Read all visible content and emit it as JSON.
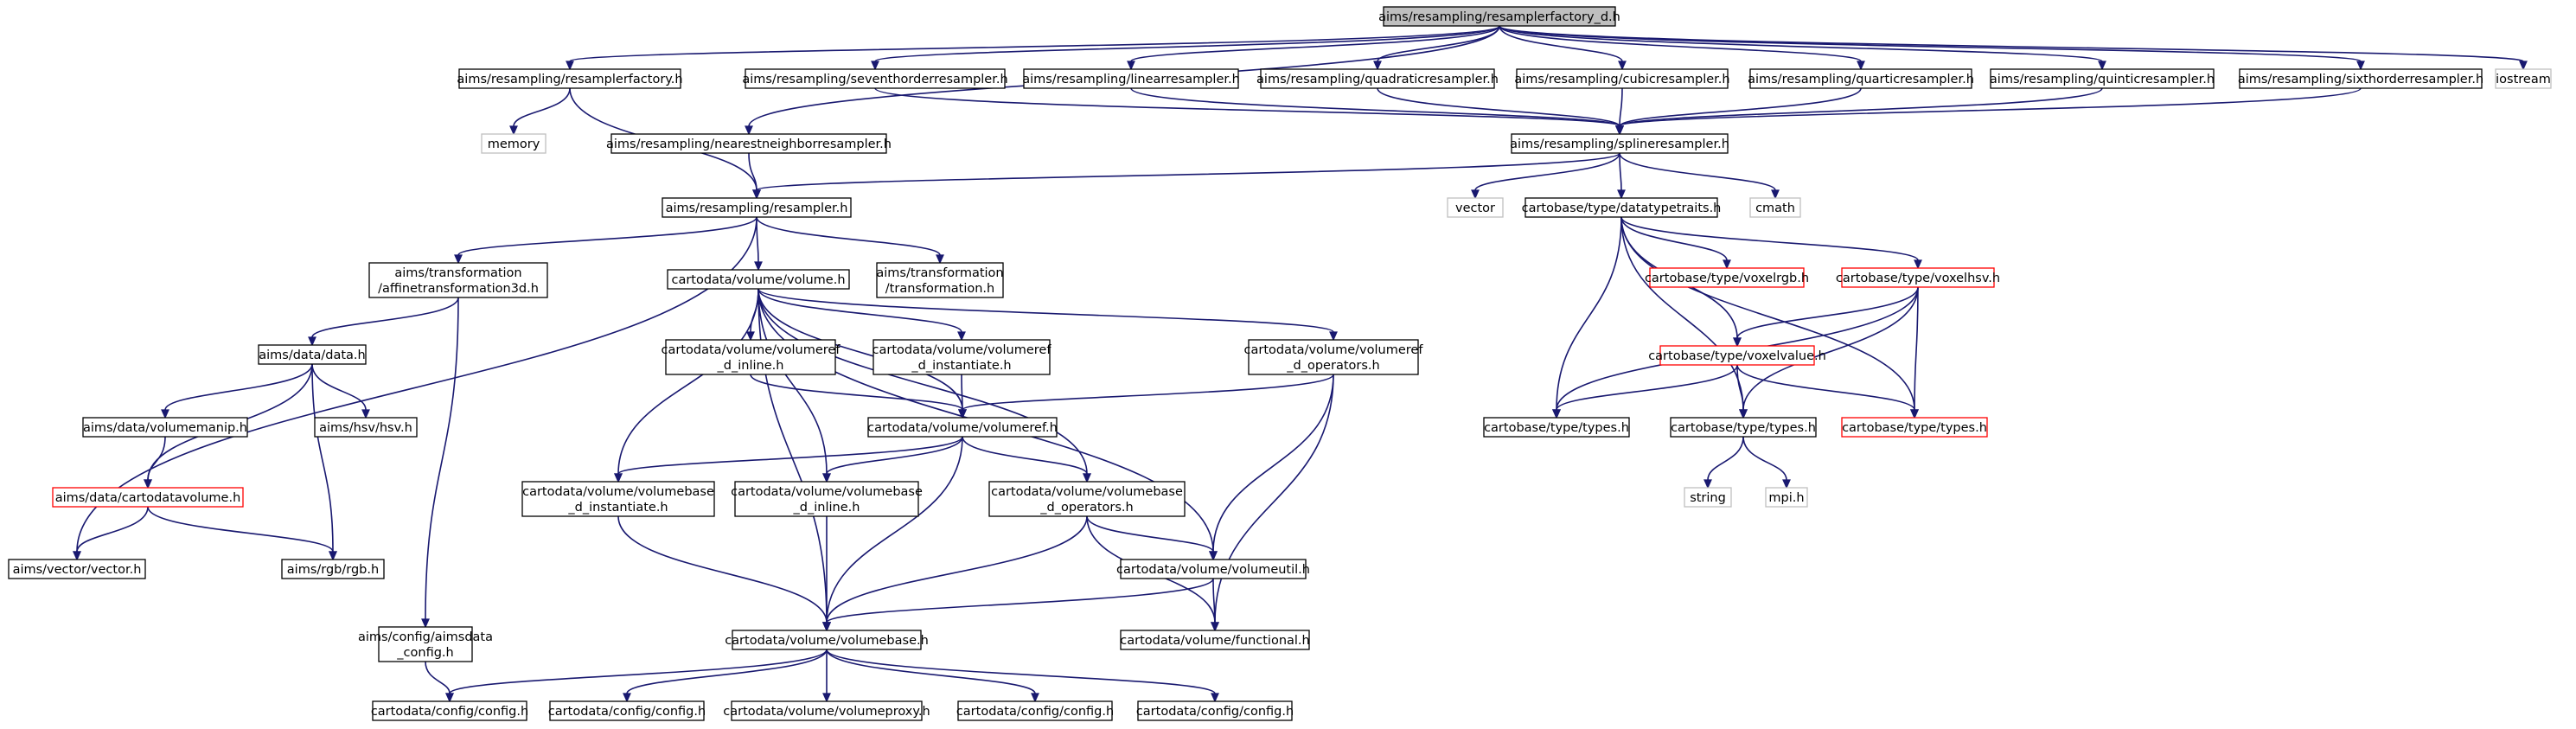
{
  "colors": {
    "edge": "#191970",
    "border_normal": "#000000",
    "border_external": "#bfbfbf",
    "border_incomplete": "#ff0000",
    "fill_normal": "#ffffff",
    "fill_root": "#bfbfbf",
    "text_external": "#808080"
  },
  "nodes": {
    "root": {
      "lines": [
        "aims/resampling/resamplerfactory_d.h"
      ],
      "kind": "root"
    },
    "rf": {
      "lines": [
        "aims/resampling/resamplerfactory.h"
      ],
      "kind": "normal"
    },
    "seventh": {
      "lines": [
        "aims/resampling/seventhorderresampler.h"
      ],
      "kind": "normal"
    },
    "linear": {
      "lines": [
        "aims/resampling/linearresampler.h"
      ],
      "kind": "normal"
    },
    "quadratic": {
      "lines": [
        "aims/resampling/quadraticresampler.h"
      ],
      "kind": "normal"
    },
    "cubic": {
      "lines": [
        "aims/resampling/cubicresampler.h"
      ],
      "kind": "normal"
    },
    "quartic": {
      "lines": [
        "aims/resampling/quarticresampler.h"
      ],
      "kind": "normal"
    },
    "quintic": {
      "lines": [
        "aims/resampling/quinticresampler.h"
      ],
      "kind": "normal"
    },
    "sixth": {
      "lines": [
        "aims/resampling/sixthorderresampler.h"
      ],
      "kind": "normal"
    },
    "iostream": {
      "lines": [
        "iostream"
      ],
      "kind": "external"
    },
    "memory": {
      "lines": [
        "memory"
      ],
      "kind": "external"
    },
    "nn": {
      "lines": [
        "aims/resampling/nearestneighborresampler.h"
      ],
      "kind": "normal"
    },
    "spline": {
      "lines": [
        "aims/resampling/splineresampler.h"
      ],
      "kind": "normal"
    },
    "resampler": {
      "lines": [
        "aims/resampling/resampler.h"
      ],
      "kind": "normal"
    },
    "vectorstd": {
      "lines": [
        "vector"
      ],
      "kind": "external"
    },
    "dtt": {
      "lines": [
        "cartobase/type/datatypetraits.h"
      ],
      "kind": "normal"
    },
    "cmath": {
      "lines": [
        "cmath"
      ],
      "kind": "external"
    },
    "aff3d": {
      "lines": [
        "aims/transformation",
        "/affinetransformation3d.h"
      ],
      "kind": "normal"
    },
    "volume": {
      "lines": [
        "cartodata/volume/volume.h"
      ],
      "kind": "normal"
    },
    "transf": {
      "lines": [
        "aims/transformation",
        "/transformation.h"
      ],
      "kind": "normal"
    },
    "voxelrgb": {
      "lines": [
        "cartobase/type/voxelrgb.h"
      ],
      "kind": "incomplete"
    },
    "voxelhsv": {
      "lines": [
        "cartobase/type/voxelhsv.h"
      ],
      "kind": "incomplete"
    },
    "data": {
      "lines": [
        "aims/data/data.h"
      ],
      "kind": "normal"
    },
    "vrinline": {
      "lines": [
        "cartodata/volume/volumeref",
        "_d_inline.h"
      ],
      "kind": "normal"
    },
    "vrinst": {
      "lines": [
        "cartodata/volume/volumeref",
        "_d_instantiate.h"
      ],
      "kind": "normal"
    },
    "vrops": {
      "lines": [
        "cartodata/volume/volumeref",
        "_d_operators.h"
      ],
      "kind": "normal"
    },
    "voxelvalue": {
      "lines": [
        "cartobase/type/voxelvalue.h"
      ],
      "kind": "incomplete"
    },
    "manip": {
      "lines": [
        "aims/data/volumemanip.h"
      ],
      "kind": "normal"
    },
    "hsv": {
      "lines": [
        "aims/hsv/hsv.h"
      ],
      "kind": "normal"
    },
    "volumeref": {
      "lines": [
        "cartodata/volume/volumeref.h"
      ],
      "kind": "normal"
    },
    "types1": {
      "lines": [
        "cartobase/type/types.h"
      ],
      "kind": "normal"
    },
    "types2": {
      "lines": [
        "cartobase/type/types.h"
      ],
      "kind": "normal"
    },
    "types3": {
      "lines": [
        "cartobase/type/types.h"
      ],
      "kind": "incomplete"
    },
    "cartovol": {
      "lines": [
        "aims/data/cartodatavolume.h"
      ],
      "kind": "incomplete"
    },
    "string": {
      "lines": [
        "string"
      ],
      "kind": "external"
    },
    "mpi": {
      "lines": [
        "mpi.h"
      ],
      "kind": "external"
    },
    "vbinst": {
      "lines": [
        "cartodata/volume/volumebase",
        "_d_instantiate.h"
      ],
      "kind": "normal"
    },
    "vbinline": {
      "lines": [
        "cartodata/volume/volumebase",
        "_d_inline.h"
      ],
      "kind": "normal"
    },
    "vbops": {
      "lines": [
        "cartodata/volume/volumebase",
        "_d_operators.h"
      ],
      "kind": "normal"
    },
    "vecvec": {
      "lines": [
        "aims/vector/vector.h"
      ],
      "kind": "normal"
    },
    "rgb": {
      "lines": [
        "aims/rgb/rgb.h"
      ],
      "kind": "normal"
    },
    "vutil": {
      "lines": [
        "cartodata/volume/volumeutil.h"
      ],
      "kind": "normal"
    },
    "aimsconfig": {
      "lines": [
        "aims/config/aimsdata",
        "_config.h"
      ],
      "kind": "normal"
    },
    "volumebase": {
      "lines": [
        "cartodata/volume/volumebase.h"
      ],
      "kind": "normal"
    },
    "functional": {
      "lines": [
        "cartodata/volume/functional.h"
      ],
      "kind": "normal"
    },
    "cfg1": {
      "lines": [
        "cartodata/config/config.h"
      ],
      "kind": "normal"
    },
    "cfg2": {
      "lines": [
        "cartodata/config/config.h"
      ],
      "kind": "normal"
    },
    "proxy": {
      "lines": [
        "cartodata/volume/volumeproxy.h"
      ],
      "kind": "normal"
    },
    "cfg3": {
      "lines": [
        "cartodata/config/config.h"
      ],
      "kind": "normal"
    },
    "cfg4": {
      "lines": [
        "cartodata/config/config.h"
      ],
      "kind": "normal"
    }
  },
  "edges": [
    [
      "root",
      "rf"
    ],
    [
      "root",
      "seventh"
    ],
    [
      "root",
      "linear"
    ],
    [
      "root",
      "quadratic"
    ],
    [
      "root",
      "cubic"
    ],
    [
      "root",
      "quartic"
    ],
    [
      "root",
      "quintic"
    ],
    [
      "root",
      "sixth"
    ],
    [
      "root",
      "iostream"
    ],
    [
      "root",
      "nn"
    ],
    [
      "rf",
      "memory"
    ],
    [
      "rf",
      "resampler"
    ],
    [
      "seventh",
      "spline"
    ],
    [
      "linear",
      "spline"
    ],
    [
      "quadratic",
      "spline"
    ],
    [
      "cubic",
      "spline"
    ],
    [
      "quartic",
      "spline"
    ],
    [
      "quintic",
      "spline"
    ],
    [
      "sixth",
      "spline"
    ],
    [
      "nn",
      "resampler"
    ],
    [
      "spline",
      "resampler"
    ],
    [
      "spline",
      "vectorstd"
    ],
    [
      "spline",
      "dtt"
    ],
    [
      "spline",
      "cmath"
    ],
    [
      "resampler",
      "aff3d"
    ],
    [
      "resampler",
      "volume"
    ],
    [
      "resampler",
      "transf"
    ],
    [
      "resampler",
      "vecvec"
    ],
    [
      "dtt",
      "voxelrgb"
    ],
    [
      "dtt",
      "voxelhsv"
    ],
    [
      "dtt",
      "voxelvalue"
    ],
    [
      "dtt",
      "types1"
    ],
    [
      "dtt",
      "types2"
    ],
    [
      "dtt",
      "types3"
    ],
    [
      "voxelhsv",
      "voxelvalue"
    ],
    [
      "voxelhsv",
      "types1"
    ],
    [
      "voxelhsv",
      "types2"
    ],
    [
      "voxelhsv",
      "types3"
    ],
    [
      "voxelvalue",
      "types1"
    ],
    [
      "voxelvalue",
      "types2"
    ],
    [
      "voxelvalue",
      "types3"
    ],
    [
      "types2",
      "string"
    ],
    [
      "types2",
      "mpi"
    ],
    [
      "aff3d",
      "data"
    ],
    [
      "aff3d",
      "aimsconfig"
    ],
    [
      "data",
      "manip"
    ],
    [
      "data",
      "hsv"
    ],
    [
      "data",
      "cartovol"
    ],
    [
      "data",
      "rgb"
    ],
    [
      "manip",
      "cartovol"
    ],
    [
      "cartovol",
      "vecvec"
    ],
    [
      "cartovol",
      "rgb"
    ],
    [
      "volume",
      "vrinline"
    ],
    [
      "volume",
      "vrinst"
    ],
    [
      "volume",
      "vrops"
    ],
    [
      "volume",
      "volumeref"
    ],
    [
      "volume",
      "vbinst"
    ],
    [
      "volume",
      "vbinline"
    ],
    [
      "volume",
      "vbops"
    ],
    [
      "volume",
      "vutil"
    ],
    [
      "volume",
      "volumebase"
    ],
    [
      "vrinline",
      "volumeref"
    ],
    [
      "vrinst",
      "volumeref"
    ],
    [
      "vrops",
      "volumeref"
    ],
    [
      "vrops",
      "vutil"
    ],
    [
      "vrops",
      "functional"
    ],
    [
      "volumeref",
      "vbinst"
    ],
    [
      "volumeref",
      "vbinline"
    ],
    [
      "volumeref",
      "vbops"
    ],
    [
      "volumeref",
      "volumebase"
    ],
    [
      "vbinst",
      "volumebase"
    ],
    [
      "vbinline",
      "volumebase"
    ],
    [
      "vbops",
      "vutil"
    ],
    [
      "vbops",
      "volumebase"
    ],
    [
      "vbops",
      "functional"
    ],
    [
      "vutil",
      "volumebase"
    ],
    [
      "vutil",
      "functional"
    ],
    [
      "aimsconfig",
      "cfg1"
    ],
    [
      "volumebase",
      "cfg1"
    ],
    [
      "volumebase",
      "cfg2"
    ],
    [
      "volumebase",
      "proxy"
    ],
    [
      "volumebase",
      "cfg3"
    ],
    [
      "volumebase",
      "cfg4"
    ]
  ]
}
